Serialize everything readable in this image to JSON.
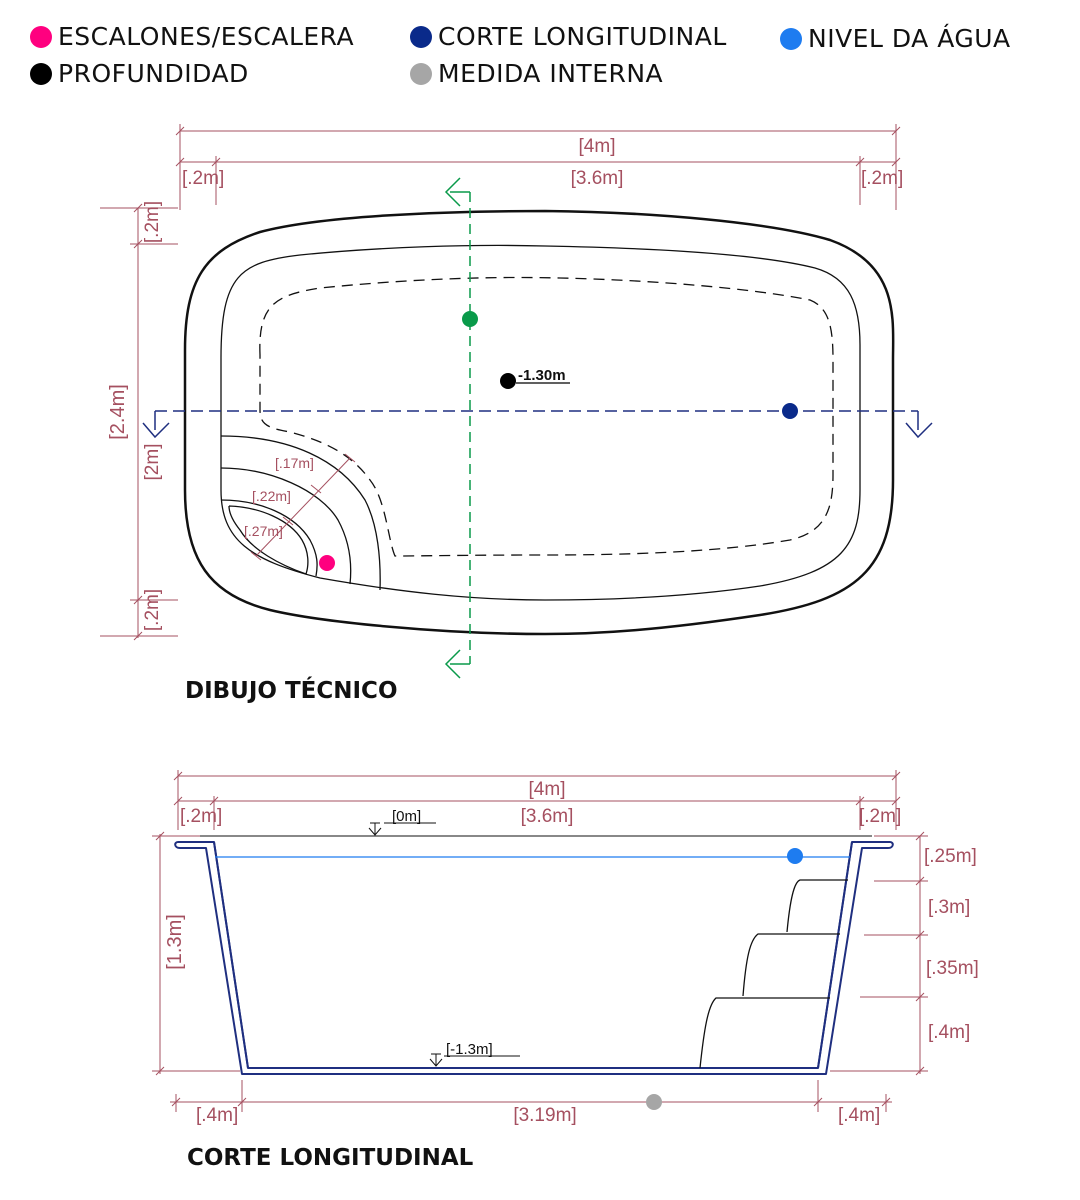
{
  "colors": {
    "steps": "#ff007f",
    "depth": "#000000",
    "section": "#0a2a8a",
    "internal": "#a6a6a6",
    "water": "#1e7cf0",
    "cross_section": "#0a9a4a",
    "dimension": "#a55060",
    "section_outline": "#1f2f80"
  },
  "legend": [
    {
      "label": "ESCALONES/ESCALERA",
      "color": "#ff007f"
    },
    {
      "label": "PROFUNDIDAD",
      "color": "#000000"
    },
    {
      "label": "CORTE LONGITUDINAL",
      "color": "#0a2a8a"
    },
    {
      "label": "MEDIDA INTERNA",
      "color": "#a6a6a6"
    },
    {
      "label": "NIVEL DA ÁGUA",
      "color": "#1e7cf0"
    }
  ],
  "plan": {
    "title": "DIBUJO TÉCNICO",
    "dims": {
      "total_width": "[4m]",
      "inner_width": "[3.6m]",
      "left_border": "[.2m]",
      "right_border": "[.2m]",
      "top_border": "[.2m]",
      "total_height": "[2.4m]",
      "inner_height": "[2m]",
      "bottom_border": "[.2m]",
      "step1": "[.17m]",
      "step2": "[.22m]",
      "step3": "[.27m]"
    },
    "depth_label": "-1.30m"
  },
  "section": {
    "title": "CORTE LONGITUDINAL",
    "dims": {
      "total_width": "[4m]",
      "inner_width": "[3.6m]",
      "left_border": "[.2m]",
      "right_border": "[.2m]",
      "top_level": "[0m]",
      "bottom_level": "[-1.3m]",
      "depth": "[1.3m]",
      "water_gap": "[.25m]",
      "step_a": "[.3m]",
      "step_b": "[.35m]",
      "step_c": "[.4m]",
      "bottom_left": "[.4m]",
      "bottom_width": "[3.19m]",
      "bottom_right": "[.4m]"
    }
  }
}
